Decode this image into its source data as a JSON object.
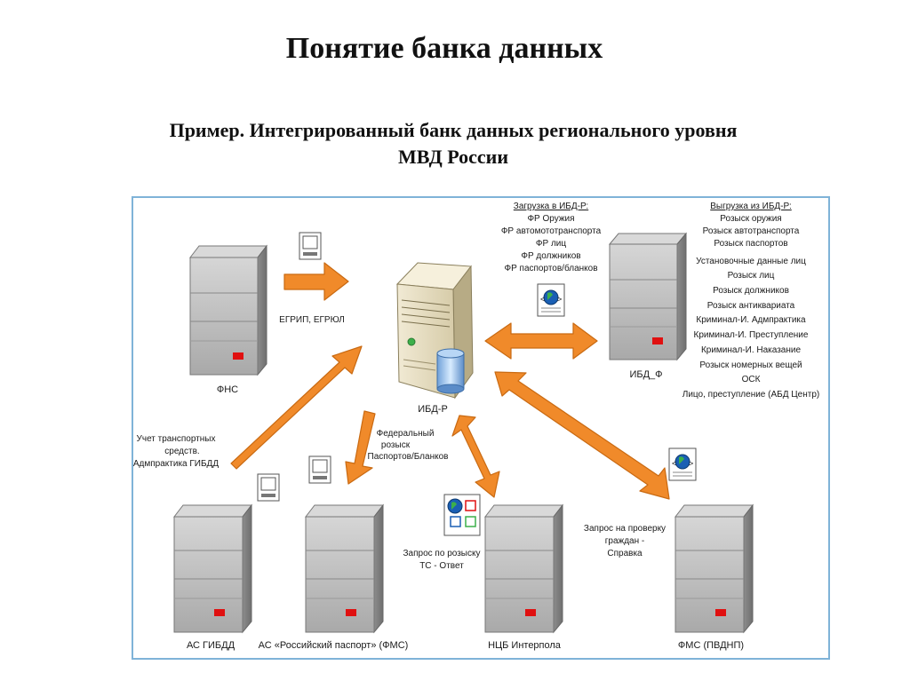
{
  "title": "Понятие банка данных",
  "subtitle_line1": "Пример. Интегрированный банк данных регионального уровня",
  "subtitle_line2": "МВД России",
  "diagram": {
    "center_label": "ИБД-Р",
    "nodes": {
      "fns": "ФНС",
      "ibd_f": "ИБД_Ф",
      "as_gibdd": "АС ГИБДД",
      "as_passport": "АС «Российский паспорт» (ФМС)",
      "ncb": "НЦБ Интерпола",
      "fms": "ФМС (ПВДНП)"
    },
    "edges": {
      "egrip": "ЕГРИП, ЕГРЮЛ",
      "transport": [
        "Учет транспортных",
        "средств.",
        "Адмпрактика ГИБДД"
      ],
      "federal": [
        "Федеральный",
        "розыск",
        "Паспортов/Бланков"
      ],
      "interpol": [
        "Запрос по розыску",
        "ТС - Ответ"
      ],
      "fms_request": [
        "Запрос на проверку",
        "граждан -",
        "Справка"
      ]
    },
    "upload": {
      "header": "Загрузка в ИБД-Р:",
      "items": [
        "ФР Оружия",
        "ФР автомототранспорта",
        "ФР лиц",
        "ФР должников",
        "ФР паспортов/бланков"
      ]
    },
    "download": {
      "header": "Выгрузка из ИБД-Р:",
      "items": [
        "Розыск оружия",
        "Розыск автотранспорта",
        "Розыск паспортов",
        "Установочные данные лиц",
        "Розыск лиц",
        "Розыск должников",
        "Розыск антиквариата",
        "Криминал-И. Адмпрактика",
        "Криминал-И. Преступление",
        "Криминал-И. Наказание",
        "Розыск номерных вещей",
        "ОСК",
        "Лицо, преступление (АБД Центр)"
      ]
    },
    "colors": {
      "arrow": "#f08a2a",
      "arrow_stroke": "#c96a12",
      "server": "#bdbdbd",
      "led": "#e01010",
      "frame": "#7fb3d8"
    }
  }
}
